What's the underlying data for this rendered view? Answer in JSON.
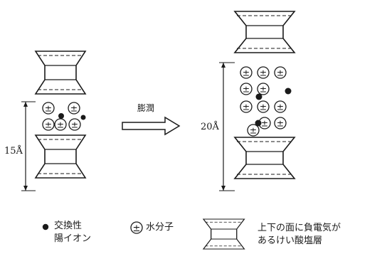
{
  "arrow_label": "膨潤",
  "spacing_before": "15Å",
  "spacing_after": "20Å",
  "water_symbol": "±",
  "legend": {
    "cation_line1": "交換性",
    "cation_line2": "陽イオン",
    "water": "水分子",
    "layer_line1": "上下の面に負電気が",
    "layer_line2": "あるけい酸塩層"
  },
  "colors": {
    "ink": "#1a1a1a"
  }
}
